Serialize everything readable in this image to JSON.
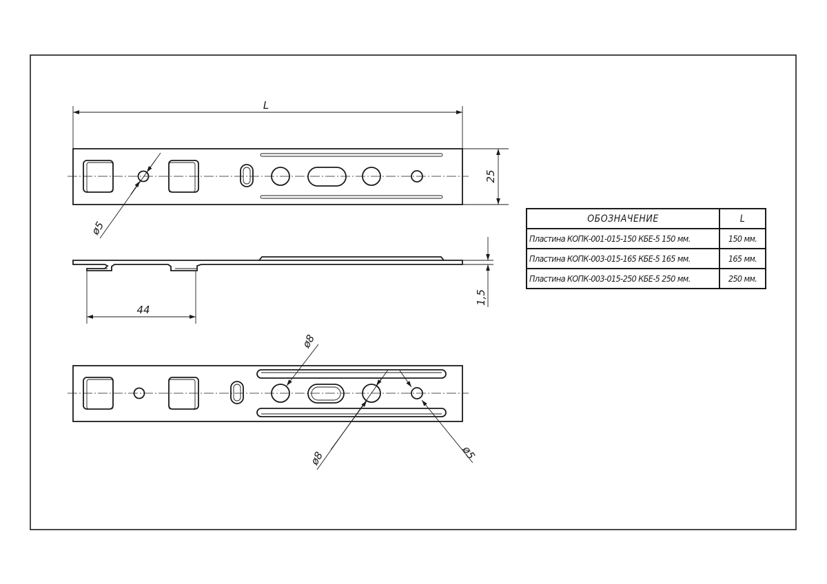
{
  "dimensions": {
    "length": "L",
    "width": "25",
    "thickness": "1,5",
    "bend_spacing": "44",
    "hole_small_top": "ø5",
    "hole_large_upper": "ø8",
    "hole_large_lower": "ø8",
    "hole_small_bottom": "ø5"
  },
  "table": {
    "headers": {
      "designation": "ОБОЗНАЧЕНИЕ",
      "length": "L"
    },
    "rows": [
      {
        "designation": "Пластина КОПК-001-015-150 КБЕ-5 150 мм.",
        "length": "150 мм."
      },
      {
        "designation": "Пластина КОПК-003-015-165 КБЕ-5 165 мм.",
        "length": "165 мм."
      },
      {
        "designation": "Пластина КОПК-003-015-250 КБЕ-5 250 мм.",
        "length": "250 мм."
      }
    ]
  }
}
